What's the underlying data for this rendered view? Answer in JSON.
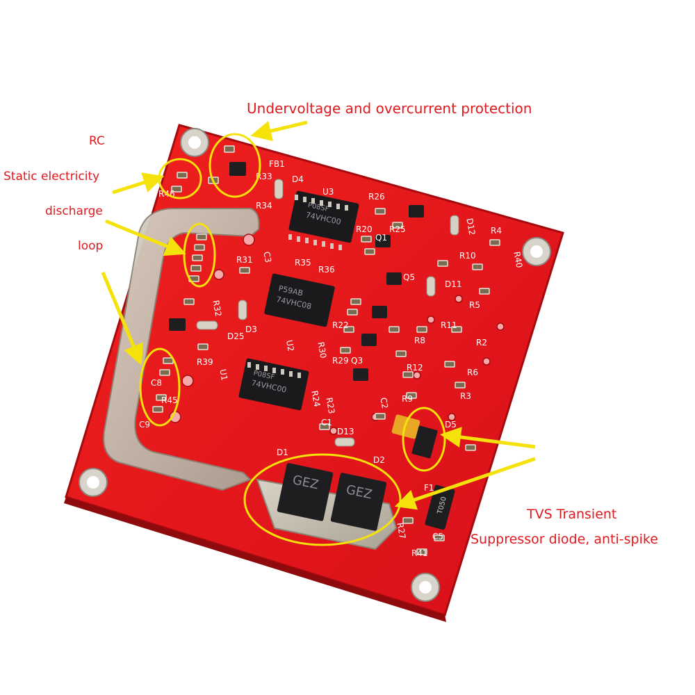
{
  "annotations": {
    "undervoltage": "Undervoltage and overcurrent protection",
    "rc": "RC",
    "static_electricity": "Static electricity",
    "discharge": "discharge",
    "loop": "loop",
    "tvs_line1": "TVS Transient",
    "tvs_line2": "Suppressor diode, anti-spike"
  },
  "board_silkscreen": {
    "u1": "U1",
    "u2": "U2",
    "u3": "U3",
    "d1": "D1",
    "d2": "D2",
    "d3": "D3",
    "d4": "D4",
    "d5": "D5",
    "d11": "D11",
    "d12": "D12",
    "d13": "D13",
    "d25": "D25",
    "c1": "C1",
    "c2": "C2",
    "c3": "C3",
    "c5": "C5",
    "c8": "C8",
    "c9": "C9",
    "fb1": "FB1",
    "f1": "F1",
    "r2": "R2",
    "r3": "R3",
    "r4": "R4",
    "r5": "R5",
    "r6": "R6",
    "r8": "R8",
    "r9": "R9",
    "r10": "R10",
    "r11": "R11",
    "r12": "R12",
    "r20": "R20",
    "r22": "R22",
    "r23": "R23",
    "r24": "R24",
    "r25": "R25",
    "r26": "R26",
    "r27": "R27",
    "r29": "R29",
    "r30": "R30",
    "r31": "R31",
    "r32": "R32",
    "r33": "R33",
    "r34": "R34",
    "r35": "R35",
    "r36": "R36",
    "r39": "R39",
    "r40": "R40",
    "r41": "R41",
    "r45": "R45",
    "r46": "R46",
    "q1": "Q1",
    "q3": "Q3",
    "q5": "Q5"
  },
  "chip_markings": {
    "u3_l1": "P08SF",
    "u3_l2": "74VHC00",
    "u2_l1": "P59AB",
    "u2_l2": "74VHC08",
    "u1_l1": "P08SF",
    "u1_l2": "74VHC00",
    "tvs1": "GEZ",
    "tvs2": "GEZ",
    "fuse": "T050"
  },
  "colors": {
    "pcb": "#e8161a",
    "pcb_dark": "#b80d10",
    "copper": "#c9c2b4",
    "annotation_text": "#e0191f",
    "highlight": "#f4e20a",
    "chip": "#1a1a1c"
  }
}
